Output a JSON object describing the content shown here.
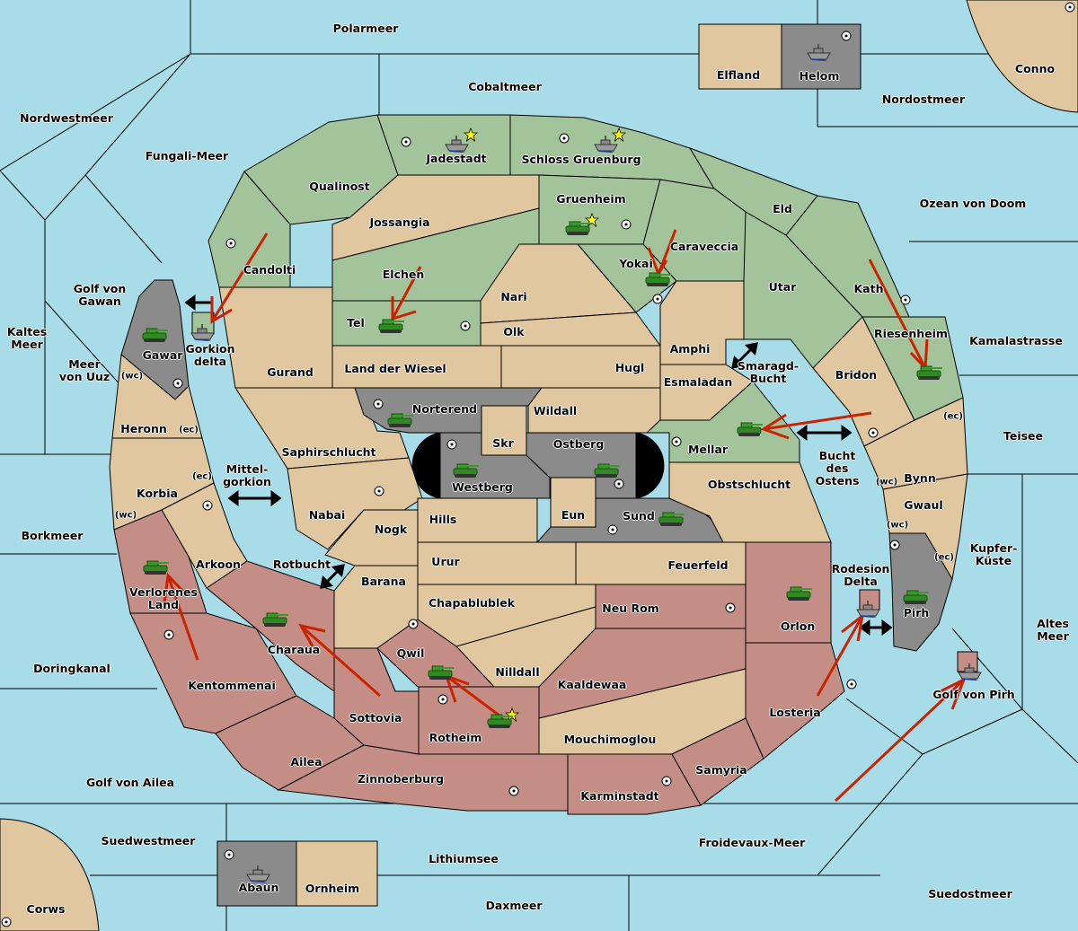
{
  "title": "Diplomacy-style map",
  "colors": {
    "sea": "#a8dce9",
    "green_power": "#a3c49a",
    "neutral": "#e1c79f",
    "red_power": "#c48e86",
    "gray_power": "#8b8b8b",
    "order_arrow": "#cc2200"
  },
  "seas": [
    "Polarmeer",
    "Cobaltmeer",
    "Nordwestmeer",
    "Fungali-Meer",
    "Nordostmeer",
    "Ozean von Doom",
    "Golf von Gawan",
    "Kaltes Meer",
    "Meer von Uuz",
    "Kamalastrasse",
    "Teisee",
    "Borkmeer",
    "Mittelgorkion",
    "Rotbucht",
    "Smaragd-Bucht",
    "Bucht des Ostens",
    "Kupfer-Küste",
    "Altes Meer",
    "Doringkanal",
    "Golf von Ailea",
    "Golf von Pirh",
    "Suedwestmeer",
    "Lithiumsee",
    "Froidevaux-Meer",
    "Daxmeer",
    "Suedostmeer",
    "Gorkion delta",
    "Rodesion Delta"
  ],
  "labels": {
    "polarmeer": "Polarmeer",
    "cobaltmeer": "Cobaltmeer",
    "nordwestmeer": "Nordwestmeer",
    "fungali": "Fungali-Meer",
    "nordostmeer": "Nordostmeer",
    "ozean": "Ozean von Doom",
    "golf_gawan": "Golf von\nGawan",
    "kaltes": "Kaltes\nMeer",
    "uuz": "Meer\nvon Uuz",
    "kamala": "Kamalastrasse",
    "teisee": "Teisee",
    "borkmeer": "Borkmeer",
    "mittel": "Mittel-\ngorkion",
    "rotbucht": "Rotbucht",
    "smaragd": "Smaragd-\nBucht",
    "bucht_ostens": "Bucht\ndes\nOstens",
    "kupfer": "Kupfer-\nKüste",
    "altes": "Altes\nMeer",
    "doring": "Doringkanal",
    "golf_ailea": "Golf von Ailea",
    "golf_pirh": "Golf von Pirh",
    "suedwest": "Suedwestmeer",
    "lithium": "Lithiumsee",
    "froidevaux": "Froidevaux-Meer",
    "daxmeer": "Daxmeer",
    "suedost": "Suedostmeer",
    "gorkion": "Gorkion\ndelta",
    "rodesion": "Rodesion\nDelta",
    "elfland": "Elfland",
    "helom": "Helom",
    "conno": "Conno",
    "corws": "Corws",
    "abaun": "Abaun",
    "ornheim": "Ornheim",
    "jadestadt": "Jadestadt",
    "schloss": "Schloss Gruenburg",
    "qualinost": "Qualinost",
    "candolti": "Candolti",
    "jossangia": "Jossangia",
    "gruenheim": "Gruenheim",
    "eld": "Eld",
    "caraveccia": "Caraveccia",
    "yokai": "Yokai",
    "elchen": "Elchen",
    "nari": "Nari",
    "tel": "Tel",
    "olk": "Olk",
    "utar": "Utar",
    "kath": "Kath",
    "riesenheim": "Riesenheim",
    "amphi": "Amphi",
    "hugl": "Hugl",
    "gurand": "Gurand",
    "wiesel": "Land der Wiesel",
    "gawar": "Gawar",
    "esmaladan": "Esmaladan",
    "bridon": "Bridon",
    "norterend": "Norterend",
    "wildall": "Wildall",
    "skr": "Skr",
    "heronn": "Heronn",
    "ostberg": "Ostberg",
    "mellar": "Mellar",
    "saphir": "Saphirschlucht",
    "westberg": "Westberg",
    "obst": "Obstschlucht",
    "bynn": "Bynn",
    "gwaul": "Gwaul",
    "korbia": "Korbia",
    "nabai": "Nabai",
    "hills": "Hills",
    "eun": "Eun",
    "sund": "Sund",
    "nogk": "Nogk",
    "arkoon": "Arkoon",
    "urur": "Urur",
    "feuerfeld": "Feuerfeld",
    "barana": "Barana",
    "verloren": "Verlorenes\nLand",
    "chapa": "Chapablublek",
    "neurom": "Neu Rom",
    "orlon": "Orlon",
    "pirh": "Pirh",
    "charaua": "Charaua",
    "qwil": "Qwil",
    "nilldall": "Nilldall",
    "kentom": "Kentommenai",
    "kaaldewaa": "Kaaldewaa",
    "sottovia": "Sottovia",
    "losteria": "Losteria",
    "rotheim": "Rotheim",
    "mouchi": "Mouchimoglou",
    "ailea": "Ailea",
    "samyria": "Samyria",
    "zinnober": "Zinnoberburg",
    "karmin": "Karminstadt"
  },
  "coast_tags": {
    "wc": "(wc)",
    "ec": "(ec)"
  },
  "units": [
    {
      "type": "fleet",
      "province": "Jadestadt",
      "home": true
    },
    {
      "type": "fleet",
      "province": "Schloss Gruenburg",
      "home": true
    },
    {
      "type": "army",
      "province": "Gruenheim",
      "home": true
    },
    {
      "type": "fleet",
      "province": "Helom"
    },
    {
      "type": "army",
      "province": "Yokai"
    },
    {
      "type": "army",
      "province": "Tel"
    },
    {
      "type": "fleet",
      "province": "Gorkion delta"
    },
    {
      "type": "army",
      "province": "Gawar"
    },
    {
      "type": "army",
      "province": "Riesenheim"
    },
    {
      "type": "army",
      "province": "Norterend"
    },
    {
      "type": "army",
      "province": "Westberg"
    },
    {
      "type": "army",
      "province": "Ostberg"
    },
    {
      "type": "army",
      "province": "Mellar"
    },
    {
      "type": "army",
      "province": "Sund"
    },
    {
      "type": "army",
      "province": "Verlorenes Land"
    },
    {
      "type": "army",
      "province": "Charaua"
    },
    {
      "type": "army",
      "province": "Qwil"
    },
    {
      "type": "army",
      "province": "Rotheim",
      "home": true
    },
    {
      "type": "army",
      "province": "Orlon"
    },
    {
      "type": "fleet",
      "province": "Rodesion Delta"
    },
    {
      "type": "army",
      "province": "Pirh"
    },
    {
      "type": "fleet",
      "province": "Golf von Pirh"
    },
    {
      "type": "fleet",
      "province": "Abaun"
    }
  ]
}
